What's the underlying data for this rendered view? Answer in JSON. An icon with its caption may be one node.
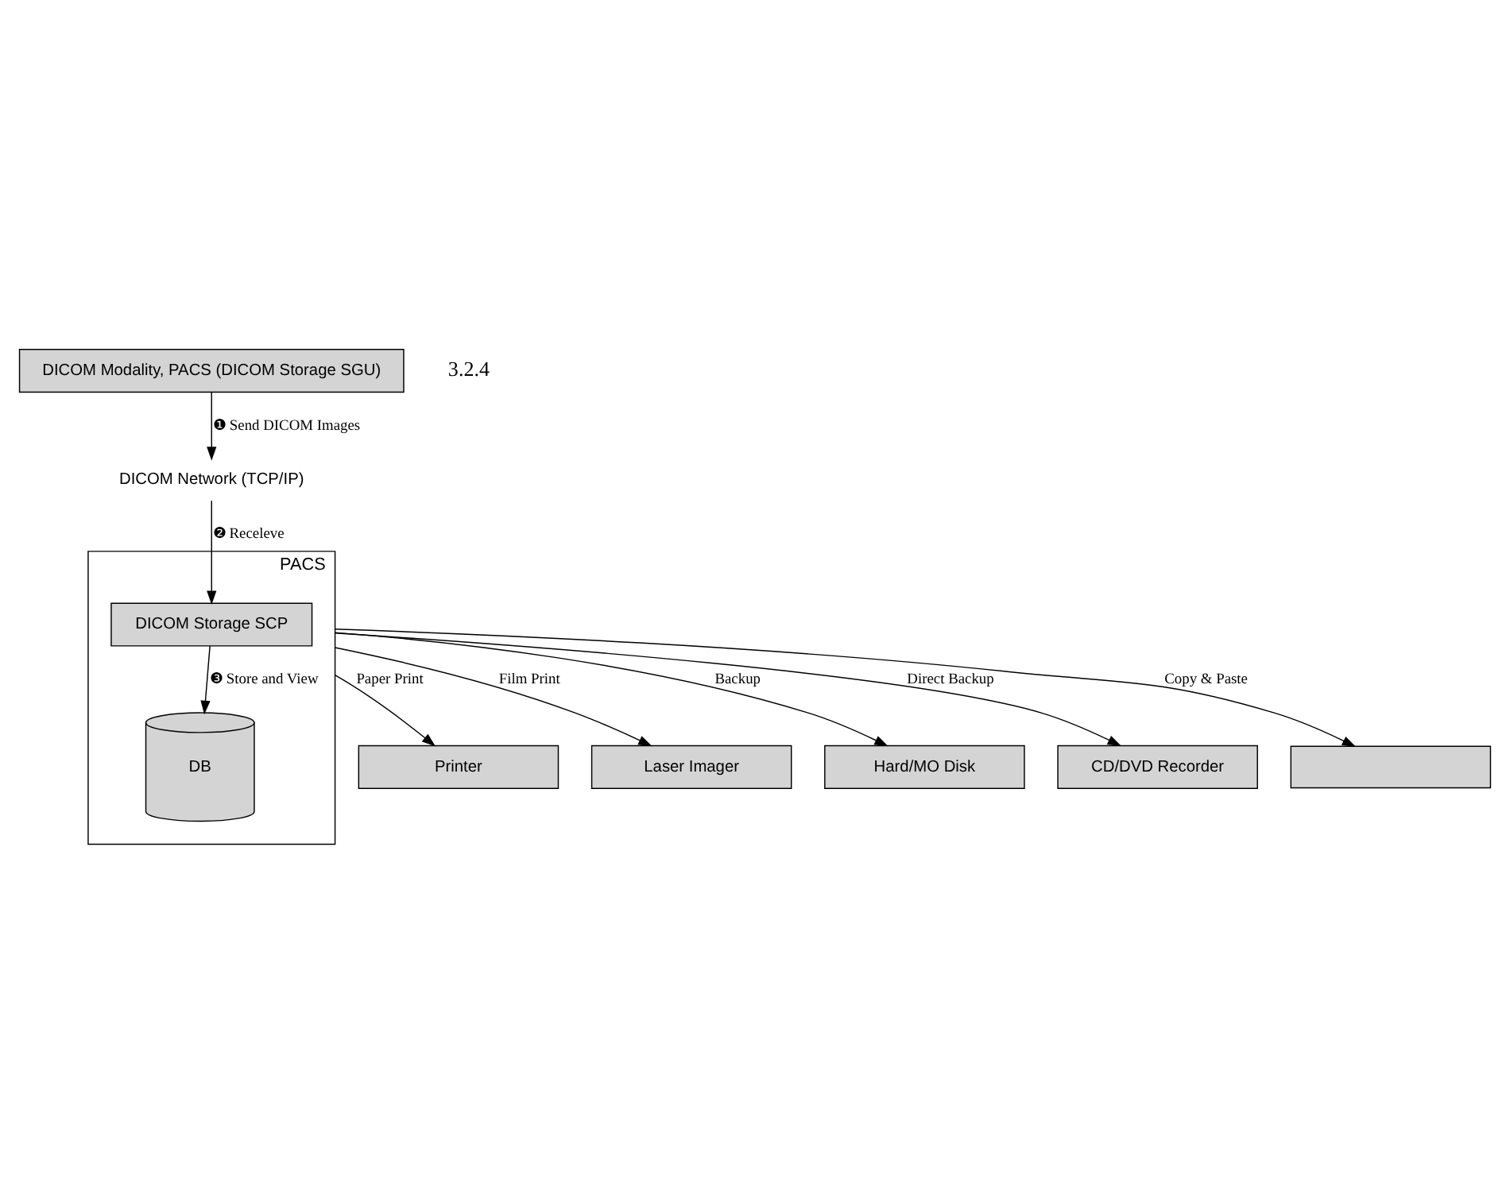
{
  "diagram": {
    "nodes": [
      {
        "text": [
          "DICOM Modality, PACS (DICOM Storage SGU)"
        ]
      },
      {
        "text": [
          "DICOM Network (TCP/IP)"
        ]
      },
      {
        "text": [
          "PACS"
        ]
      },
      {
        "text": [
          "DICOM Storage SCP"
        ],
        "in": 2
      },
      {
        "text": [
          "DB"
        ],
        "in": 2
      },
      {
        "text": [
          "Printer"
        ]
      },
      {
        "text": [
          "Laser Imager"
        ]
      },
      {
        "text": [
          "Hard/MO Disk"
        ]
      },
      {
        "text": [
          "CD/DVD Recorder"
        ]
      },
      {
        "text": [],
        "shape": "box"
      }
    ],
    "edges": [
      {
        "from": 0,
        "to": 1,
        "arrow": "to",
        "label": "❶ Send DICOM Images"
      },
      {
        "from": 1,
        "to": 3,
        "arrow": "to",
        "label": "❷ Receleve"
      },
      {
        "from": 3,
        "to": 4,
        "arrow": "to",
        "label": "❸ Store and View"
      },
      {
        "from": 2,
        "to": 5,
        "arrow": "to",
        "label": "Paper Print"
      },
      {
        "from": 2,
        "to": 6,
        "arrow": "to",
        "label": "Film Print"
      },
      {
        "from": 2,
        "to": 7,
        "arrow": "to",
        "label": "Backup"
      },
      {
        "from": 2,
        "to": 8,
        "arrow": "to",
        "label": "Direct Backup"
      },
      {
        "from": 2,
        "to": 9,
        "arrow": "to",
        "label": "Copy & Paste"
      }
    ],
    "labels": [
      "3.2.4"
    ]
  }
}
